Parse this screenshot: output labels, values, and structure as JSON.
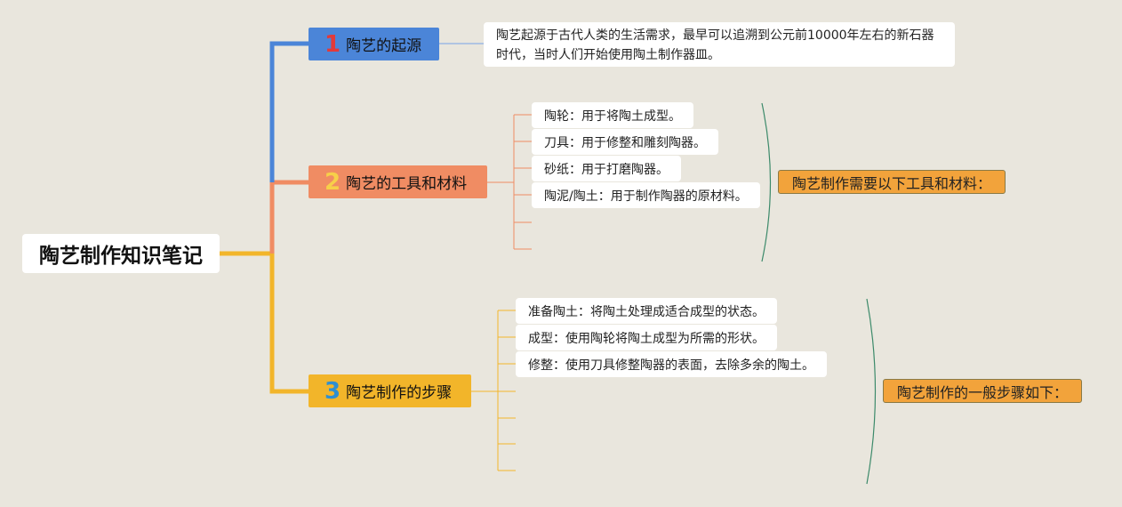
{
  "root": {
    "label": "陶艺制作知识笔记"
  },
  "branches": [
    {
      "number": "1",
      "label": "陶艺的起源",
      "description": "陶艺起源于古代人类的生活需求，最早可以追溯到公元前10000年左右的新石器时代，当时人们开始使用陶土制作器皿。"
    },
    {
      "number": "2",
      "label": "陶艺的工具和材料",
      "items": [
        "陶轮：用于将陶土成型。",
        "刀具：用于修整和雕刻陶器。",
        "砂纸：用于打磨陶器。",
        "陶泥/陶土：用于制作陶器的原材料。"
      ],
      "summary": "陶艺制作需要以下工具和材料："
    },
    {
      "number": "3",
      "label": "陶艺制作的步骤",
      "items": [
        "准备陶土：将陶土处理成适合成型的状态。",
        "成型：使用陶轮将陶土成型为所需的形状。",
        "修整：使用刀具修整陶器的表面，去除多余的陶土。"
      ],
      "summary": "陶艺制作的一般步骤如下："
    }
  ],
  "colors": {
    "background": "#e9e6dd",
    "branch1": "#4b85d8",
    "branch2": "#f08c63",
    "branch3": "#f2b52a",
    "summary": "#f2a33b"
  }
}
